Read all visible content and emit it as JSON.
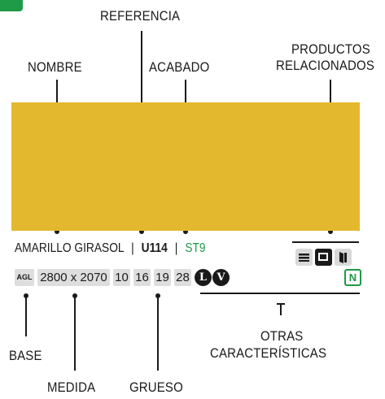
{
  "callouts": {
    "referencia": "REFERENCIA",
    "nombre": "NOMBRE",
    "acabado": "ACABADO",
    "productos_relacionados_line1": "PRODUCTOS",
    "productos_relacionados_line2": "RELACIONADOS",
    "otras_line1": "OTRAS",
    "otras_line2": "CARACTERÍSTICAS",
    "base": "BASE",
    "medida": "MEDIDA",
    "grueso": "GRUESO"
  },
  "product": {
    "name": "AMARILLO GIRASOL",
    "separator": "|",
    "reference": "U114",
    "finish": "ST9",
    "swatch_color": "#e3b82e"
  },
  "specs": {
    "base": "AGL",
    "size": "2800 x 2070",
    "thicknesses": [
      "10",
      "16",
      "19",
      "28"
    ],
    "symbols": [
      "L",
      "V"
    ],
    "badge": "N"
  },
  "colors": {
    "accent_green": "#1f9a47",
    "chip_gray": "#dedede",
    "ink": "#1a1a1a"
  },
  "icons": [
    "edge-band-icon",
    "panel-icon",
    "door-icon"
  ]
}
